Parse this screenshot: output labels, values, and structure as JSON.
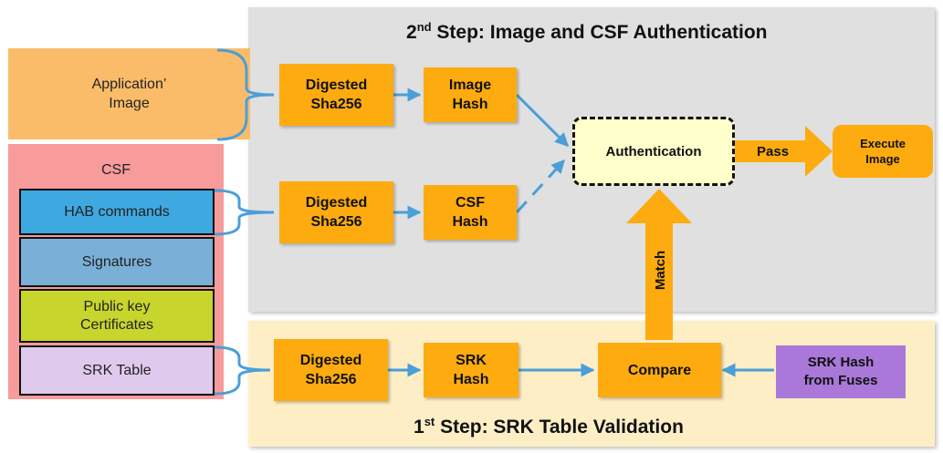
{
  "step2": {
    "ordinal": "2",
    "suffix": "nd",
    "title": " Step: Image and CSF Authentication"
  },
  "step1": {
    "ordinal": "1",
    "suffix": "st",
    "title": " Step: SRK Table Validation"
  },
  "left": {
    "app_image": "Application’\nImage",
    "csf_label": "CSF",
    "hab_commands": "HAB commands",
    "signatures": "Signatures",
    "public_key": "Public key\nCertificates",
    "srk_table": "SRK Table"
  },
  "nodes": {
    "digest_image": "Digested\nSha256",
    "image_hash": "Image\nHash",
    "digest_csf": "Digested\nSha256",
    "csf_hash": "CSF\nHash",
    "authentication": "Authentication",
    "execute": "Execute\nImage",
    "digest_srk": "Digested\nSha256",
    "srk_hash": "SRK\nHash",
    "compare": "Compare",
    "srk_fuses": "SRK Hash\nfrom Fuses"
  },
  "labels": {
    "pass": "Pass",
    "match": "Match"
  },
  "colors": {
    "connector": "#4a9fd8",
    "process": "#fdab0f",
    "step2_panel": "#e0e0e0",
    "step1_panel": "#fdeec6"
  }
}
